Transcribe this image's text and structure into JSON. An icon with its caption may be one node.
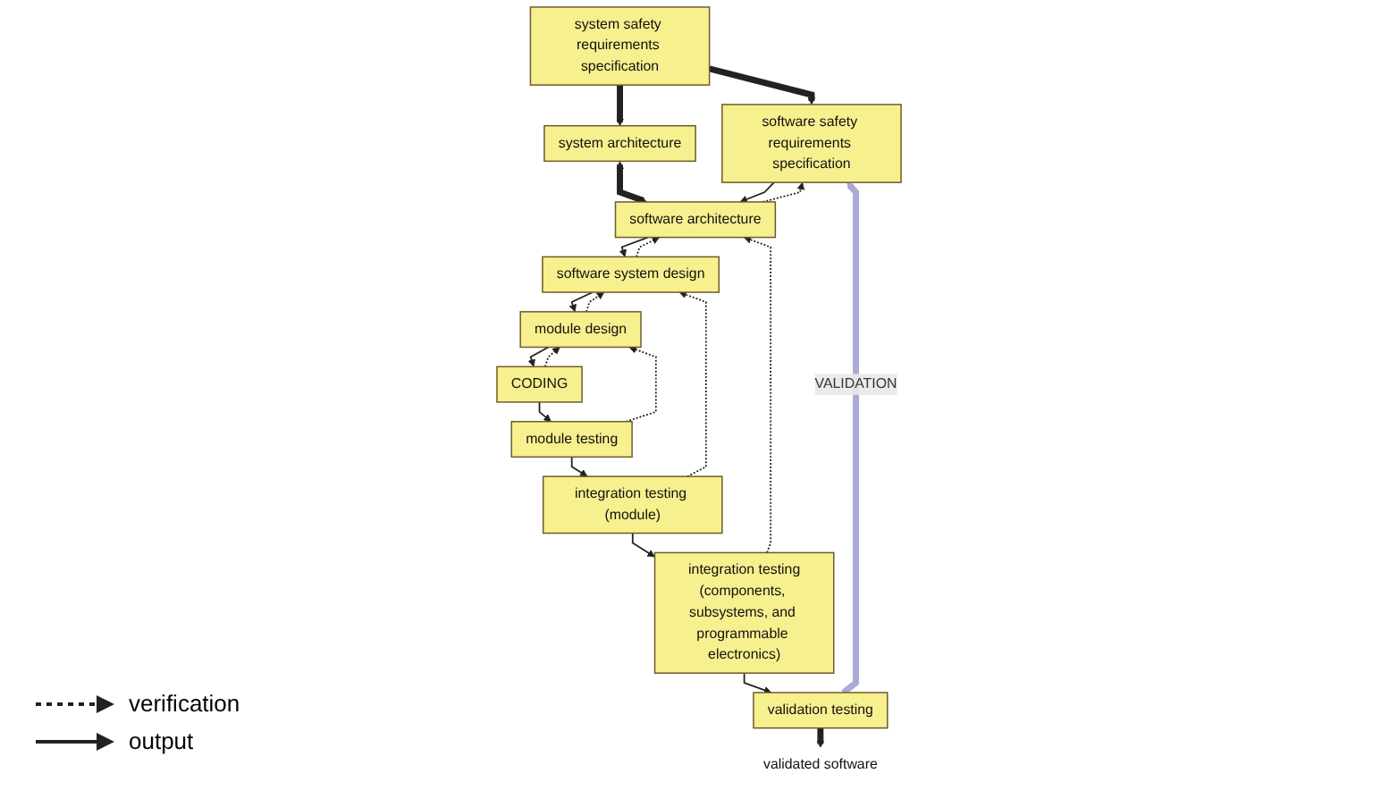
{
  "diagram": {
    "nodes": [
      {
        "text": [
          "system safety requirements specification"
        ]
      },
      {
        "text": [
          "software safety requirements specification"
        ]
      },
      {
        "text": [
          "validation testing"
        ]
      },
      {
        "text": [
          "validated software"
        ]
      },
      {
        "text": [
          "system architecture"
        ]
      },
      {
        "text": [
          "software architecture"
        ]
      },
      {
        "text": [
          "integration testing",
          "(components, subsystems, and programmable electronics)"
        ]
      },
      {
        "text": [
          "software system design"
        ]
      },
      {
        "text": [
          "integration testing (module)"
        ]
      },
      {
        "text": [
          "module design"
        ]
      },
      {
        "text": [
          "module testing"
        ]
      },
      {
        "text": [
          "CODING"
        ]
      }
    ],
    "edges": [
      {
        "from": 0,
        "to": 1,
        "arrow": "to",
        "style": "thick"
      },
      {
        "from": 0,
        "to": 4,
        "arrow": "to",
        "style": "thick"
      },
      {
        "from": 4,
        "to": 5,
        "arrow": "both",
        "style": "thick"
      },
      {
        "from": 2,
        "to": 1,
        "arrow": "to",
        "label": "VALIDATION",
        "style": "thick",
        "color": "#a9abd6"
      },
      {
        "from": 2,
        "to": 3,
        "arrow": "to",
        "style": "thick"
      },
      {
        "from": 1,
        "to": 5,
        "arrow": "to"
      },
      {
        "from": 5,
        "to": 1,
        "arrow": "to",
        "style": "dashed"
      },
      {
        "from": 6,
        "to": 2,
        "arrow": "to"
      },
      {
        "from": 6,
        "to": 5,
        "arrow": "to",
        "style": "dashed"
      },
      {
        "from": 5,
        "to": 7,
        "arrow": "to"
      },
      {
        "from": 7,
        "to": 5,
        "arrow": "to",
        "style": "dashed"
      },
      {
        "from": 8,
        "to": 6,
        "arrow": "to"
      },
      {
        "from": 8,
        "to": 7,
        "arrow": "to",
        "style": "dashed"
      },
      {
        "from": 7,
        "to": 9,
        "arrow": "to"
      },
      {
        "from": 9,
        "to": 7,
        "arrow": "to",
        "style": "dashed"
      },
      {
        "from": 10,
        "to": 8,
        "arrow": "to"
      },
      {
        "from": 10,
        "to": 9,
        "arrow": "to",
        "style": "dashed"
      },
      {
        "from": 9,
        "to": 11,
        "arrow": "to"
      },
      {
        "from": 11,
        "to": 9,
        "arrow": "to",
        "style": "dashed"
      },
      {
        "from": 11,
        "to": 10,
        "arrow": "to"
      }
    ],
    "legend": [
      {
        "text": "verification"
      },
      {
        "text": "output"
      }
    ]
  }
}
